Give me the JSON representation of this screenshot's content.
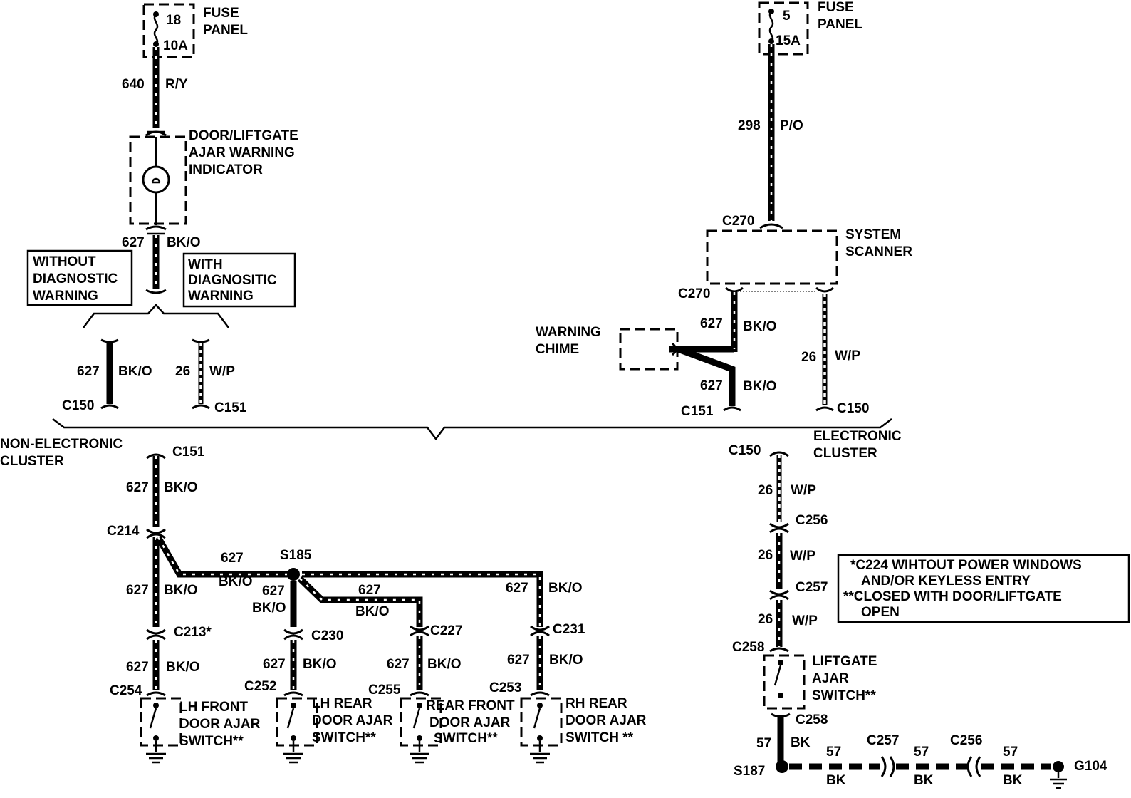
{
  "fuse_left": {
    "number": "18",
    "rating": "10A",
    "label1": "FUSE",
    "label2": "PANEL"
  },
  "fuse_right": {
    "number": "5",
    "rating": "15A",
    "label1": "FUSE",
    "label2": "PANEL"
  },
  "indicator": {
    "line1": "DOOR/LIFTGATE",
    "line2": "AJAR WARNING",
    "line3": "INDICATOR"
  },
  "without_diag": {
    "line1": "WITHOUT",
    "line2": "DIAGNOSTIC",
    "line3": "WARNING"
  },
  "with_diag": {
    "line1": "WITH",
    "line2": "DIAGNOSITIC",
    "line3": "WARNING"
  },
  "scanner": {
    "line1": "SYSTEM",
    "line2": "SCANNER"
  },
  "chime": {
    "line1": "WARNING",
    "line2": "CHIME"
  },
  "non_electronic": {
    "line1": "NON-ELECTRONIC",
    "line2": "CLUSTER"
  },
  "electronic": {
    "line1": "ELECTRONIC",
    "line2": "CLUSTER"
  },
  "switches": {
    "lh_front": {
      "line1": "LH FRONT",
      "line2": "DOOR AJAR",
      "line3": "SWITCH**"
    },
    "lh_rear": {
      "line1": "LH REAR",
      "line2": "DOOR AJAR",
      "line3": "SWITCH**"
    },
    "rear_front": {
      "line1": "REAR FRONT",
      "line2": "DOOR AJAR",
      "line3": "SWITCH**"
    },
    "rh_rear": {
      "line1": "RH REAR",
      "line2": "DOOR AJAR",
      "line3": "SWITCH **"
    },
    "liftgate": {
      "line1": "LIFTGATE",
      "line2": "AJAR",
      "line3": "SWITCH**"
    }
  },
  "note": {
    "line1": "*C224 WIHTOUT POWER WINDOWS",
    "line2": "AND/OR KEYLESS ENTRY",
    "line3": "**CLOSED WITH DOOR/LIFTGATE",
    "line4": "OPEN"
  },
  "circuits": {
    "c640": "640",
    "ry": "R/Y",
    "c298": "298",
    "po": "P/O",
    "c627": "627",
    "bko": "BK/O",
    "c26": "26",
    "wp": "W/P",
    "c57": "57",
    "bk": "BK"
  },
  "connectors": {
    "c150": "C150",
    "c151": "C151",
    "c213": "C213*",
    "c214": "C214",
    "c227": "C227",
    "c230": "C230",
    "c231": "C231",
    "c252": "C252",
    "c253": "C253",
    "c254": "C254",
    "c255": "C255",
    "c256": "C256",
    "c257": "C257",
    "c258": "C258",
    "c270": "C270"
  },
  "splices": {
    "s185": "S185",
    "s187": "S187"
  },
  "ground": {
    "g104": "G104"
  }
}
